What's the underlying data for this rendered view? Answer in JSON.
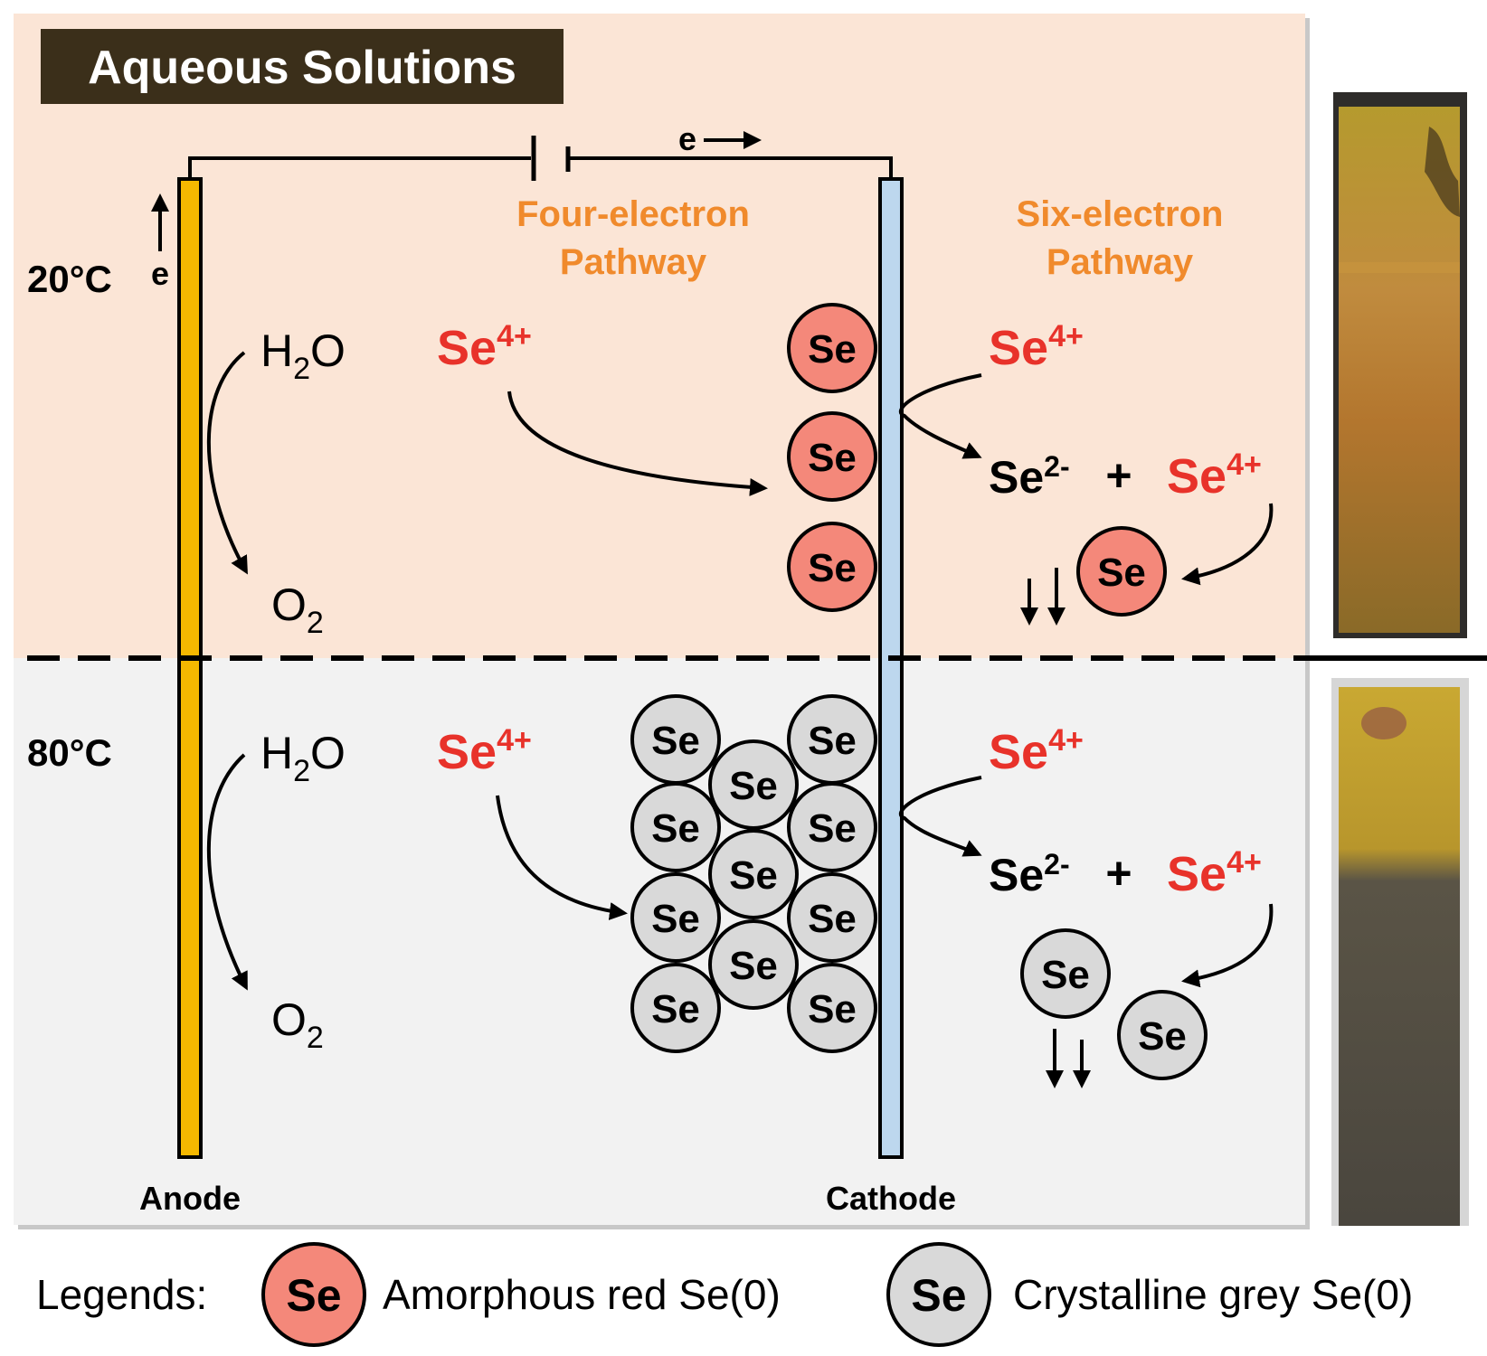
{
  "title": "Aqueous Solutions",
  "electron_label": "e",
  "temperatures": {
    "low": "20°C",
    "high": "80°C"
  },
  "pathways": {
    "four_line1": "Four-electron",
    "four_line2": "Pathway",
    "six_line1": "Six-electron",
    "six_line2": "Pathway"
  },
  "species": {
    "water_main": "H",
    "water_sub": "2",
    "water_tail": "O",
    "oxygen_main": "O",
    "oxygen_sub": "2",
    "selenite_main": "Se",
    "selenite_sup": "4+",
    "selenide_main": "Se",
    "selenide_sup": "2-",
    "plus": "+",
    "particle": "Se"
  },
  "electrodes": {
    "anode": "Anode",
    "cathode": "Cathode"
  },
  "legend": {
    "label": "Legends:",
    "red_item": "Amorphous red Se(0)",
    "grey_item": "Crystalline grey Se(0)"
  },
  "colors": {
    "top_panel": "#fbe5d6",
    "bottom_panel": "#f2f2f2",
    "title_bg": "#3b2f1a",
    "anode_fill": "#f5b800",
    "cathode_fill": "#bdd7ee",
    "pathway_text": "#f08a2c",
    "selenite_text": "#e8322a",
    "red_particle": "#f4887a",
    "grey_particle": "#d9d9d9"
  },
  "photos": {
    "top_icon": "yellow-brown-electrode-photo",
    "bottom_icon": "yellow-grey-electrode-photo"
  }
}
